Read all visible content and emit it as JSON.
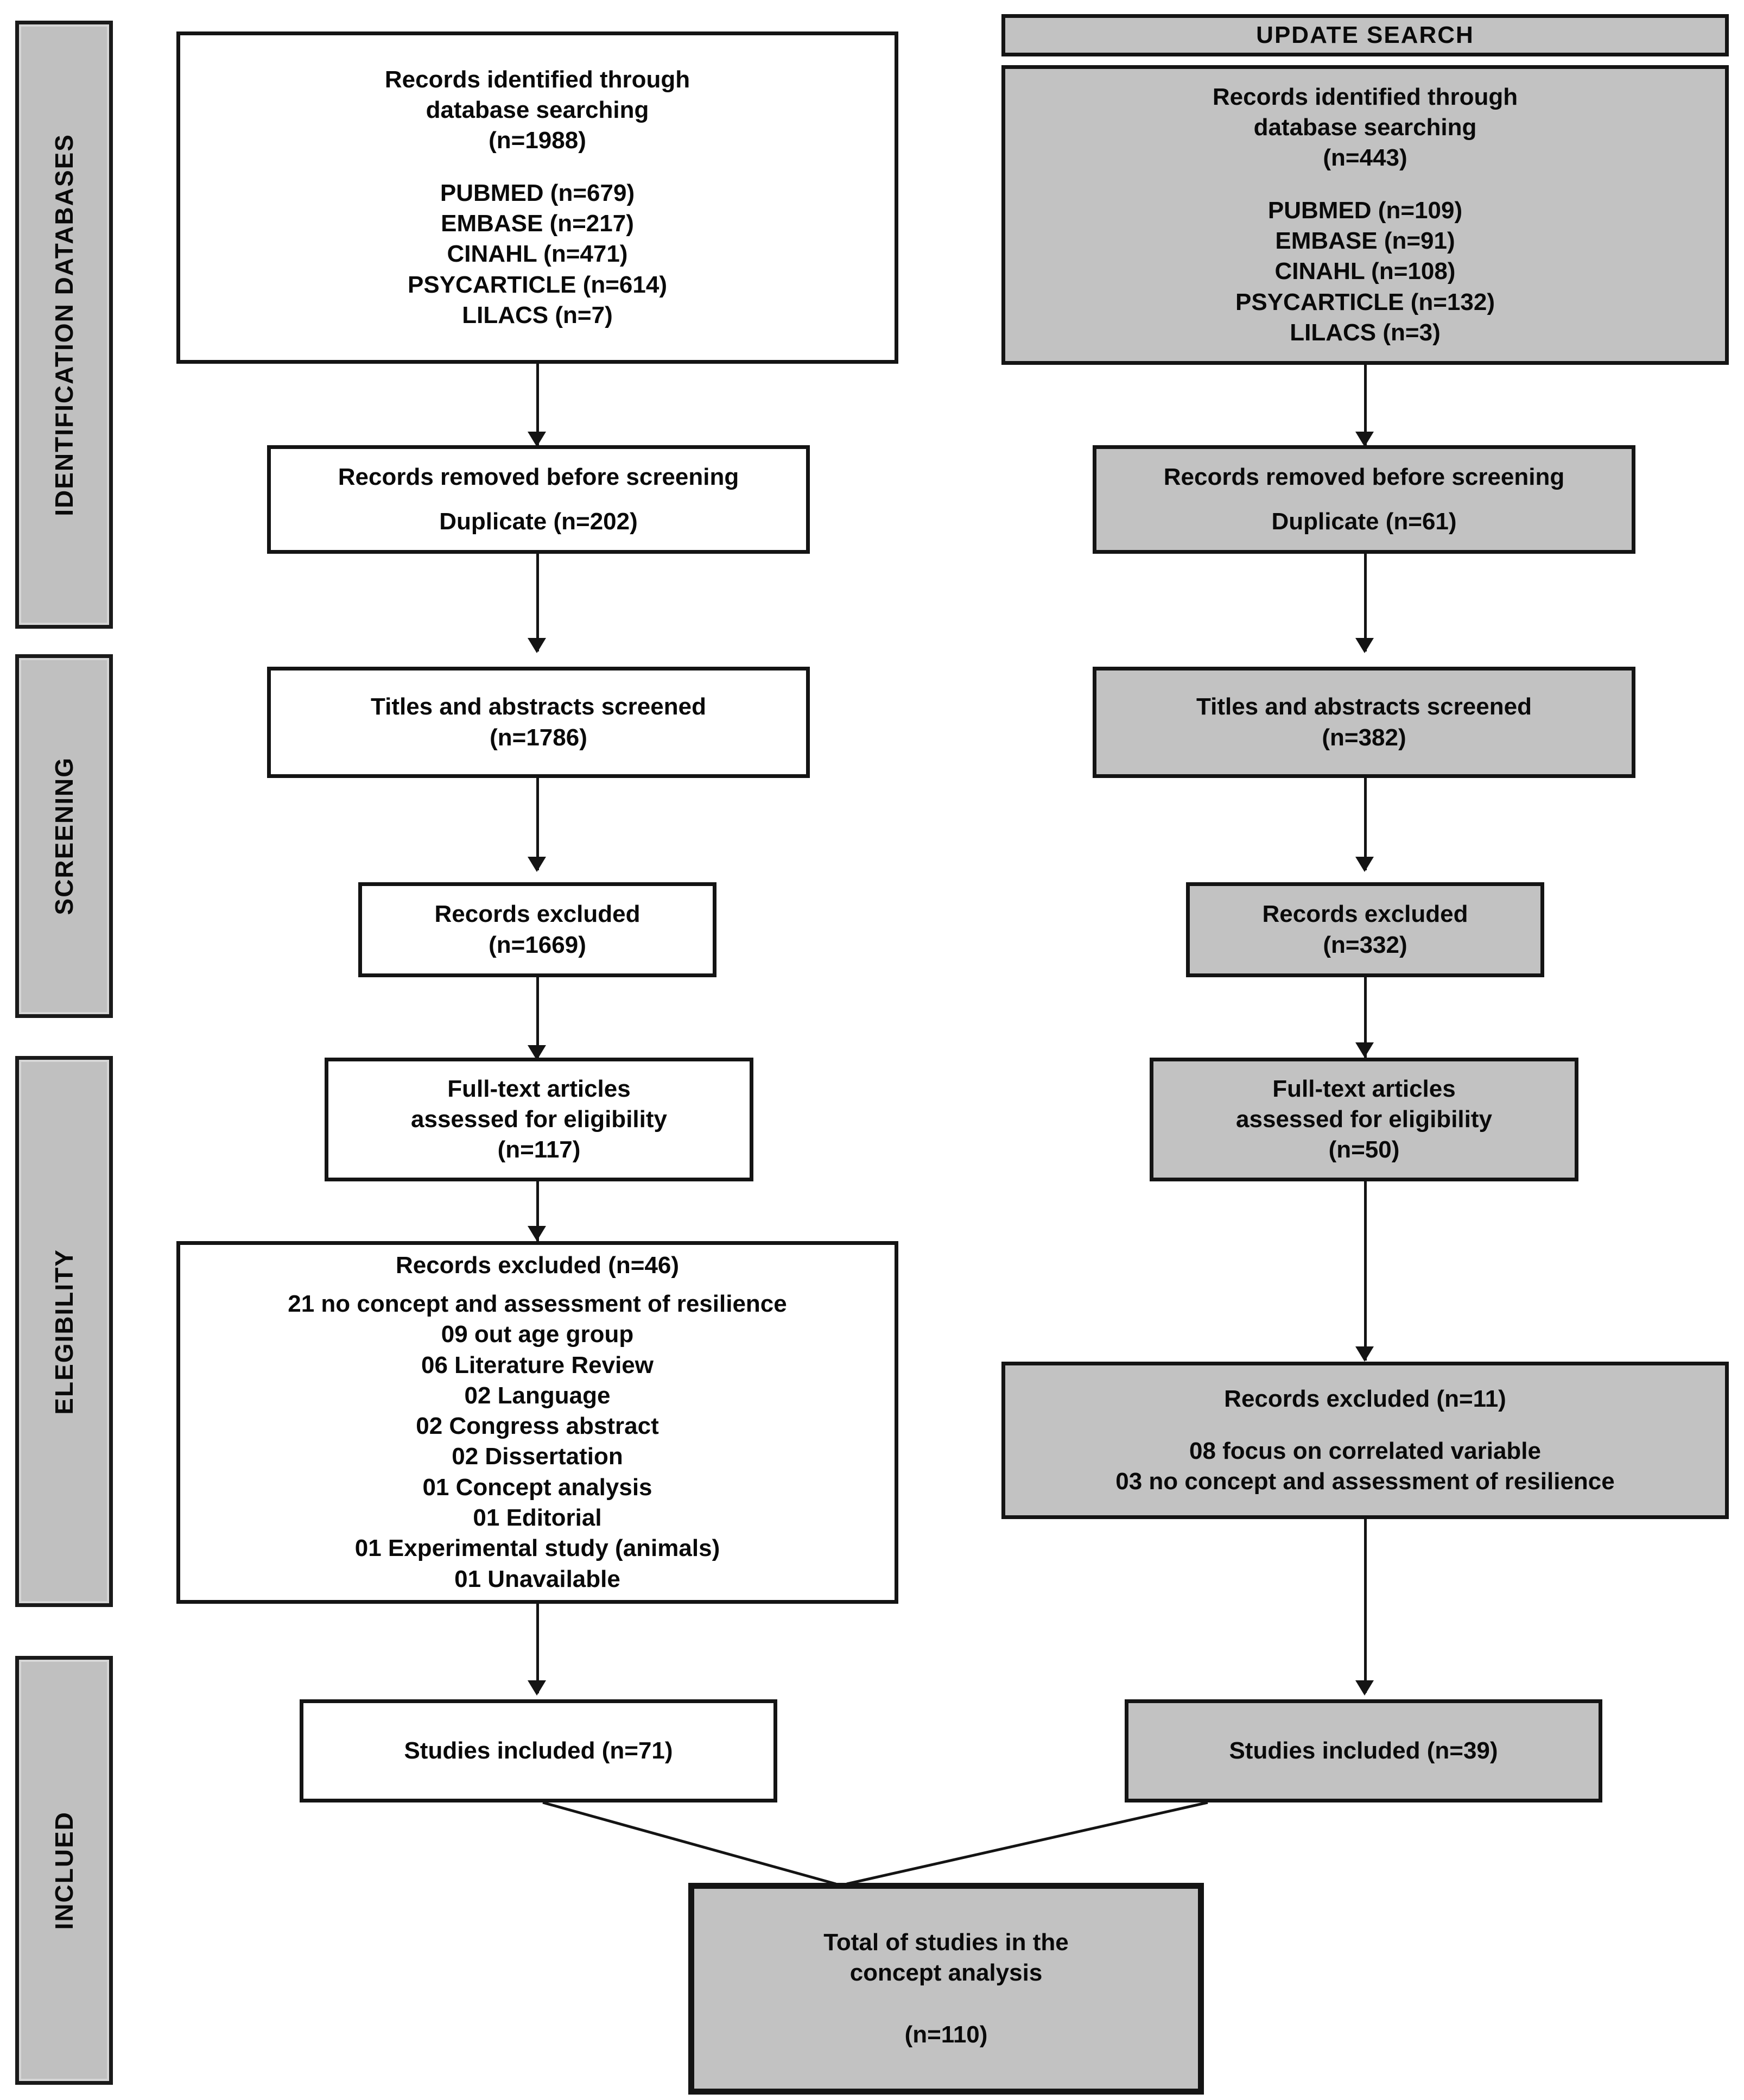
{
  "diagram": {
    "title": "PRISMA flow diagram",
    "colors": {
      "grey_fill": "#c2c2c2",
      "white_fill": "#ffffff",
      "stroke": "#141414",
      "text": "#0a0a0a"
    }
  },
  "phases": [
    {
      "label": "IDENTIFICATION DATABASES"
    },
    {
      "label": "SCREENING"
    },
    {
      "label": "ELEGIBILITY"
    },
    {
      "label": "INCLUED"
    }
  ],
  "update_banner": {
    "label": "UPDATE SEARCH"
  },
  "original_search": {
    "identification": {
      "heading_line1": "Records identified through",
      "heading_line2": "database searching",
      "total": "(n=1988)",
      "databases": [
        "PUBMED (n=679)",
        "EMBASE (n=217)",
        "CINAHL (n=471)",
        "PSYCARTICLE (n=614)",
        "LILACS (n=7)"
      ]
    },
    "removed_before_screening": {
      "heading": "Records removed before screening",
      "detail": "Duplicate (n=202)"
    },
    "titles_abstracts": {
      "heading": "Titles and abstracts screened",
      "count": "(n=1786)"
    },
    "records_excluded_screening": {
      "heading": "Records excluded",
      "count": "(n=1669)"
    },
    "full_text": {
      "heading_line1": "Full-text articles",
      "heading_line2": "assessed for eligibility",
      "count": "(n=117)"
    },
    "records_excluded_eligibility": {
      "heading": "Records excluded (n=46)",
      "reasons": [
        "21 no concept and assessment of resilience",
        "09 out age group",
        "06 Literature Review",
        "02 Language",
        "02 Congress abstract",
        "02 Dissertation",
        "01 Concept analysis",
        "01 Editorial",
        "01 Experimental study (animals)",
        "01 Unavailable"
      ]
    },
    "studies_included": {
      "label": "Studies included (n=71)"
    }
  },
  "update_search": {
    "identification": {
      "heading_line1": "Records identified through",
      "heading_line2": "database searching",
      "total": "(n=443)",
      "databases": [
        "PUBMED (n=109)",
        "EMBASE (n=91)",
        "CINAHL (n=108)",
        "PSYCARTICLE (n=132)",
        "LILACS (n=3)"
      ]
    },
    "removed_before_screening": {
      "heading": "Records removed before screening",
      "detail": "Duplicate (n=61)"
    },
    "titles_abstracts": {
      "heading": "Titles and abstracts screened",
      "count": "(n=382)"
    },
    "records_excluded_screening": {
      "heading": "Records excluded",
      "count": "(n=332)"
    },
    "full_text": {
      "heading_line1": "Full-text articles",
      "heading_line2": "assessed for eligibility",
      "count": "(n=50)"
    },
    "records_excluded_eligibility": {
      "heading": "Records excluded (n=11)",
      "reasons": [
        "08 focus on correlated variable",
        "03 no concept and assessment of resilience"
      ]
    },
    "studies_included": {
      "label": "Studies included (n=39)"
    }
  },
  "total": {
    "heading_line1": "Total of studies in the",
    "heading_line2": "concept analysis",
    "count": "(n=110)"
  }
}
